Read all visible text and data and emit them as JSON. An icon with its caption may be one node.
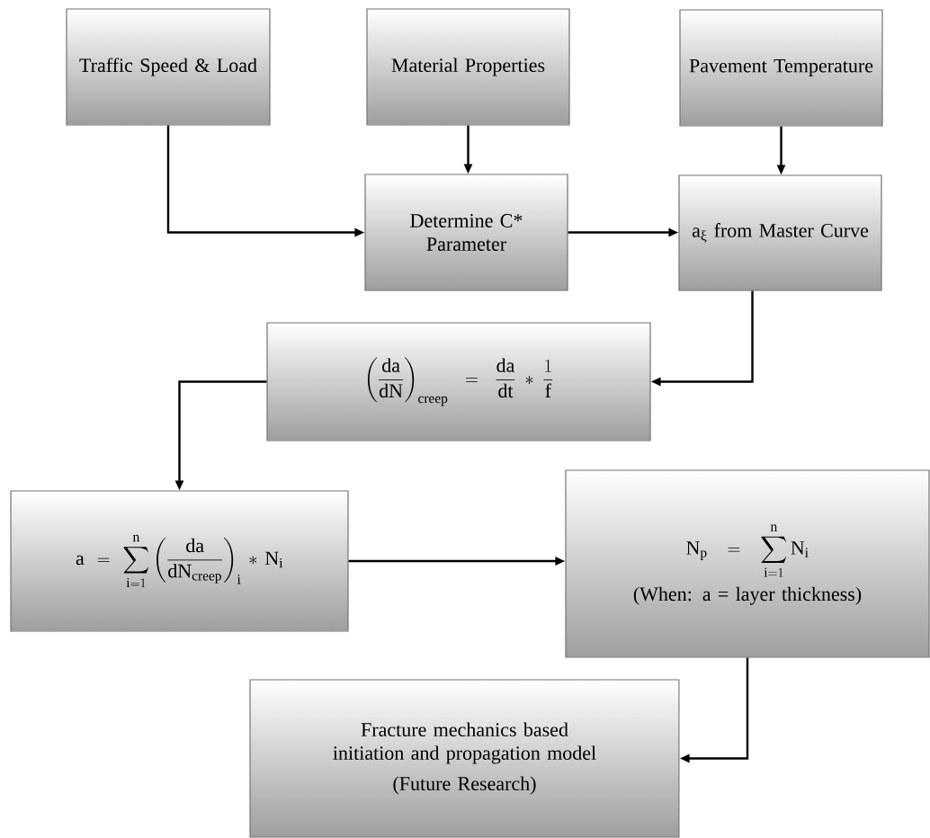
{
  "diagram": {
    "nodes": [
      {
        "text": [
          "Traffic Speed & Load"
        ]
      },
      {
        "text": [
          "Material Properties"
        ]
      },
      {
        "text": [
          "Pavement Temperature"
        ]
      },
      {
        "text": [
          "Determine C* Parameter"
        ]
      },
      {
        "text": [
          "a$_{ξ}$ from Master Curve"
        ]
      },
      {
        "text": [
          "\\left(\\frac{\\mathrm{da}}{\\mathrm{dN}}\\right)_{\\mathrm{creep}} = \\frac{\\mathrm{da}}{\\mathrm{dt}} * \\frac{1}{\\mathrm{f}}"
        ]
      },
      {
        "text": [
          "\\mathrm{a} = \\sum_{\\mathrm{i}=1}^{\\mathrm{n}} \\left(\\frac{\\mathrm{da}}{\\mathrm{dN}_{\\mathrm{creep}}}\\right)_{\\mathrm{i}} * \\mathrm{N}_{\\mathrm{i}}"
        ]
      },
      {
        "text": [
          "\\mathrm{N}_{\\mathrm{p}} = \\sum_{\\mathrm{i}=1}^{\\mathrm{n}} \\mathrm{N}_{\\mathrm{i}}",
          "(When:  a = layer thickness)"
        ]
      },
      {
        "text": [
          "Fracture mechanics based initiation and propagation model",
          "(Future Research)"
        ]
      }
    ],
    "edges": [
      {
        "from": 0,
        "to": 3,
        "arrow": "to"
      },
      {
        "from": 1,
        "to": 3,
        "arrow": "to"
      },
      {
        "from": 2,
        "to": 4,
        "arrow": "to"
      },
      {
        "from": 3,
        "to": 4,
        "arrow": "to"
      },
      {
        "from": 4,
        "to": 5,
        "arrow": "to"
      },
      {
        "from": 5,
        "to": 6,
        "arrow": "to"
      },
      {
        "from": 6,
        "to": 7,
        "arrow": "to"
      },
      {
        "from": 7,
        "to": 8,
        "arrow": "to"
      }
    ]
  }
}
